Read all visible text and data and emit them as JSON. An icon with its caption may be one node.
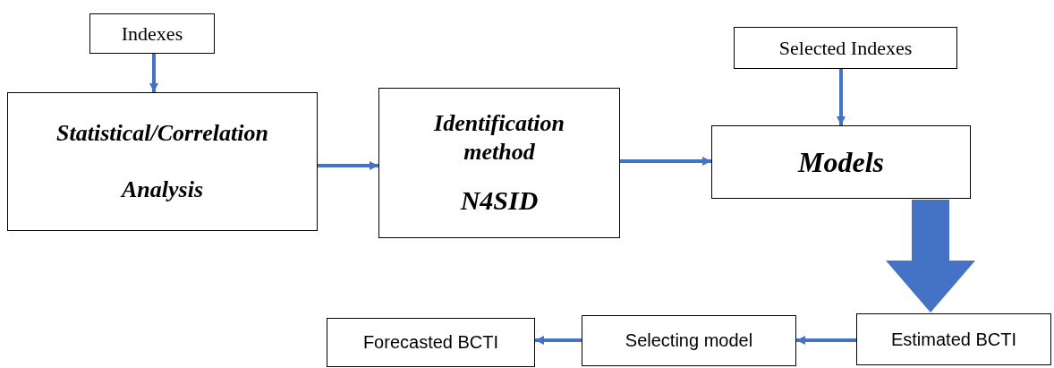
{
  "diagram": {
    "nodes": [
      {
        "text": [
          "Indexes"
        ]
      },
      {
        "text": [
          "Statistical/Correlation Analysis"
        ]
      },
      {
        "text": [
          "Identification method",
          "N4SID"
        ]
      },
      {
        "text": [
          "Selected Indexes"
        ]
      },
      {
        "text": [
          "Models"
        ]
      },
      {
        "text": [
          "Estimated BCTI"
        ]
      },
      {
        "text": [
          "Selecting model"
        ]
      },
      {
        "text": [
          "Forecasted BCTI"
        ]
      }
    ],
    "edges": [
      {
        "from": 0,
        "to": 1,
        "arrow": "to"
      },
      {
        "from": 1,
        "to": 2,
        "arrow": "to"
      },
      {
        "from": 2,
        "to": 4,
        "arrow": "to"
      },
      {
        "from": 3,
        "to": 4,
        "arrow": "to"
      },
      {
        "from": 4,
        "to": 5,
        "arrow": "to",
        "style": "thick"
      },
      {
        "from": 5,
        "to": 6,
        "arrow": "to"
      },
      {
        "from": 6,
        "to": 7,
        "arrow": "to"
      }
    ]
  }
}
